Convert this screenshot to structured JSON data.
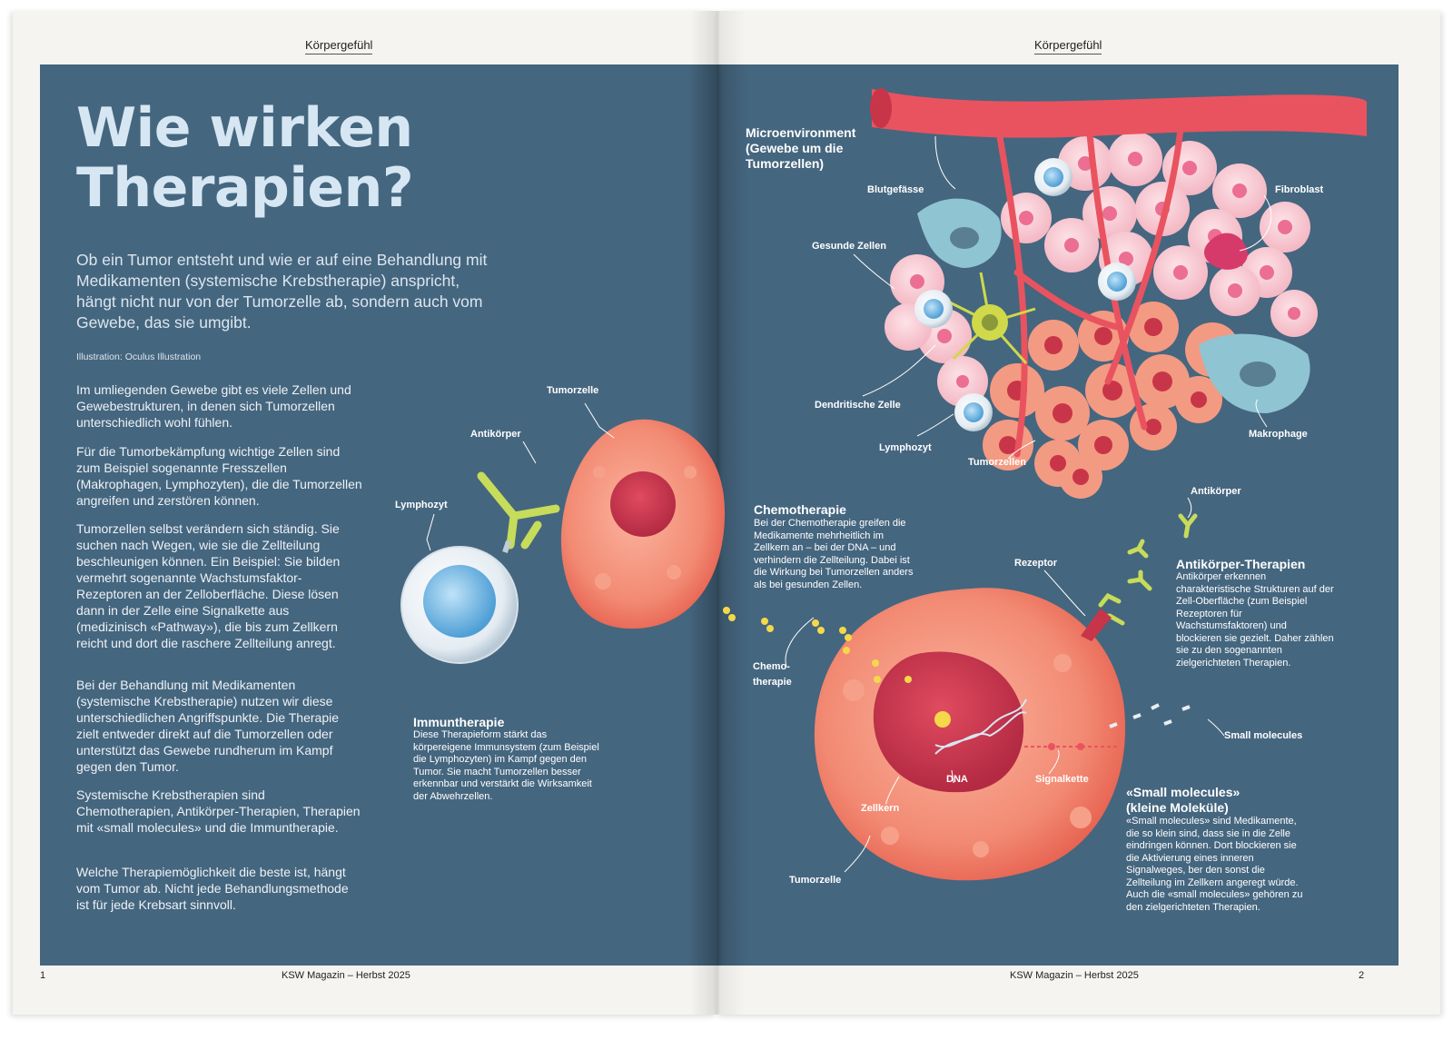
{
  "header": {
    "left_tag": "Körpergefühl",
    "right_tag": "Körpergefühl"
  },
  "footer": {
    "left_page": "1",
    "left_mag": "KSW Magazin – Herbst 2025",
    "right_mag": "KSW Magazin – Herbst 2025",
    "right_page": "2"
  },
  "title": {
    "line1": "Wie wirken",
    "line2": "Therapien?"
  },
  "lead": "Ob ein Tumor entsteht und wie er auf eine Behandlung mit Medikamenten (systemische Krebstherapie) anspricht, hängt nicht nur von der Tumorzelle ab, sondern auch vom Gewebe, das sie umgibt.",
  "credit": "Illustration: Oculus Illustration",
  "body": [
    "Im umliegenden Gewebe gibt es viele Zellen und Gewebestrukturen, in denen sich Tumorzellen unterschiedlich wohl fühlen.",
    "Für die Tumorbekämpfung wichtige Zellen sind zum Beispiel sogenannte Fresszellen (Makrophagen, Lymphozyten), die die Tumorzellen angreifen und zerstören können.",
    "Tumorzellen selbst verändern sich ständig. Sie suchen nach Wegen, wie sie die Zellteilung beschleunigen können. Ein Beispiel: Sie bilden vermehrt sogenannte Wachstumsfaktor-Rezeptoren an der Zelloberfläche. Diese lösen dann in der Zelle eine Signalkette aus (medizinisch «Pathway»), die bis zum Zellkern reicht und dort die raschere Zellteilung anregt.",
    "Bei der Behandlung mit Medikamenten (systemische Krebstherapie) nutzen wir diese unterschiedlichen Angriffspunkte. Die Therapie zielt entweder direkt auf die Tumorzellen oder unterstützt das Gewebe rundherum im Kampf gegen den Tumor.",
    "Systemische Krebstherapien sind Chemotherapien, Antikörper-Therapien, Therapien mit «small molecules» und die Immuntherapie.",
    "Welche Therapiemöglichkeit die beste ist, hängt vom Tumor ab. Nicht jede Behandlungsmethode ist für jede Krebsart sinnvoll."
  ],
  "immun": {
    "label_tumorzelle": "Tumorzelle",
    "label_antikoerper": "Antikörper",
    "label_lymphozyt": "Lymphozyt",
    "heading": "Immuntherapie",
    "text": "Diese Therapieform stärkt das körpereigene Immunsystem (zum Beispiel die Lymphozyten) im Kampf gegen den Tumor. Sie macht Tumorzellen besser erkennbar und verstärkt die Wirksamkeit der Abwehrzellen."
  },
  "micro": {
    "heading": "Microenvironment (Gewebe um die Tumorzellen)",
    "blutgefaesse": "Blutgefässe",
    "fibroblast": "Fibroblast",
    "gesunde_zellen": "Gesunde Zellen",
    "dendritische": "Dendritische Zelle",
    "lymphozyt": "Lymphozyt",
    "tumorzellen": "Tumorzellen",
    "makrophage": "Makrophage"
  },
  "chemo": {
    "heading": "Chemotherapie",
    "text": "Bei der Chemotherapie greifen die Medikamente mehrheitlich im Zellkern an – bei der DNA – und verhindern die Zellteilung. Dabei ist die Wirkung bei Tumorzellen anders als bei gesunden Zellen.",
    "label_chemo": "Chemotherapie"
  },
  "antikoerper": {
    "label": "Antikörper",
    "rezeptor": "Rezeptor",
    "heading": "Antikörper-Therapien",
    "text": "Antikörper erkennen charakteristische Strukturen auf der Zell-Oberfläche (zum Beispiel Rezeptoren für Wachstumsfaktoren) und blockieren sie gezielt. Daher zählen sie zu den sogenannten zielgerichteten Therapien."
  },
  "small": {
    "label": "Small molecules",
    "heading1": "«Small molecules»",
    "heading2": "(kleine Moleküle)",
    "text": "«Small molecules» sind Medikamente, die so klein sind, dass sie in die Zelle eindringen können. Dort blockieren sie die Aktivierung eines inneren Signalweges, ber den sonst die Zellteilung im Zellkern angeregt würde. Auch die «small molecules» gehören zu den zielgerichteten Therapien."
  },
  "cell": {
    "dna": "DNA",
    "signalkette": "Signalkette",
    "zellkern": "Zellkern",
    "tumorzelle": "Tumorzelle"
  },
  "colors": {
    "panel": "#45667f",
    "title": "#d6e7f3",
    "tumor": "#f0856f",
    "nucleus": "#c8344a",
    "antibody": "#c6dc5a"
  }
}
